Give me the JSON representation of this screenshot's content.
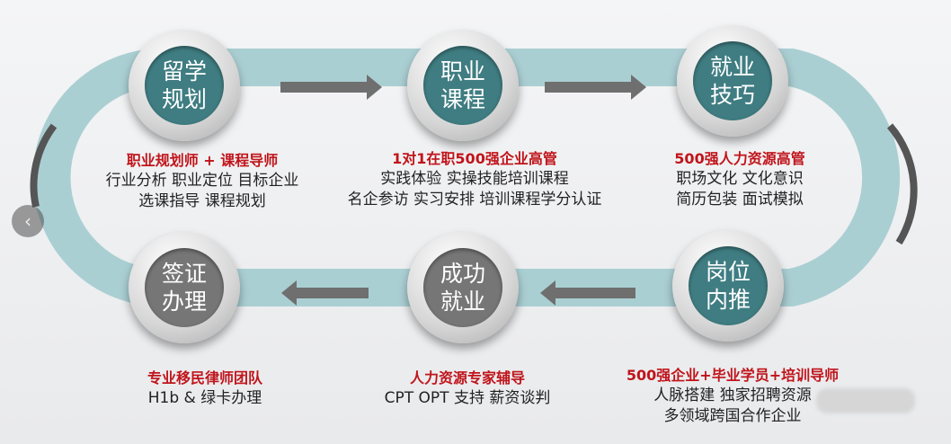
{
  "steps": [
    {
      "title": [
        "留学",
        "规划"
      ],
      "headline": "职业规划师 + 课程导师",
      "lines": [
        "行业分析 职业定位 目标企业",
        "选课指导 课程规划"
      ]
    },
    {
      "title": [
        "职业",
        "课程"
      ],
      "headline": "1对1在职500强企业高管",
      "lines": [
        "实践体验 实操技能培训课程",
        "名企参访 实习安排 培训课程学分认证"
      ]
    },
    {
      "title": [
        "就业",
        "技巧"
      ],
      "headline": "500强人力资源高管",
      "lines": [
        "职场文化 文化意识",
        "简历包装 面试模拟"
      ]
    },
    {
      "title": [
        "岗位",
        "内推"
      ],
      "headline": "500强企业+毕业学员+培训导师",
      "lines": [
        "人脉搭建 独家招聘资源",
        "多领域跨国合作企业"
      ]
    },
    {
      "title": [
        "成功",
        "就业"
      ],
      "headline": "人力资源专家辅导",
      "lines": [
        "CPT OPT 支持 薪资谈判"
      ]
    },
    {
      "title": [
        "签证",
        "办理"
      ],
      "headline": "专业移民律师团队",
      "lines": [
        "H1b & 绿卡办理"
      ]
    }
  ],
  "nav": {
    "prev": "‹"
  },
  "colors": {
    "teal": "#3f7d82",
    "gray": "#767676",
    "red": "#c0141b",
    "track": "#a9cdd1"
  }
}
